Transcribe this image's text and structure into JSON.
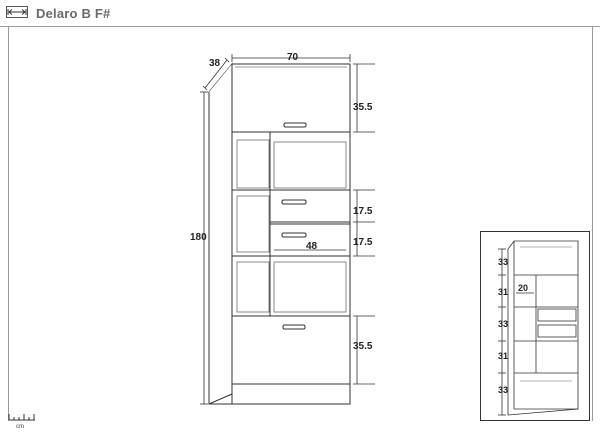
{
  "header": {
    "title": "Delaro B F#"
  },
  "ruler": {
    "unit": "cm"
  },
  "main_view": {
    "dimensions": {
      "width": "70",
      "depth": "38",
      "height": "180",
      "top_door": "35.5",
      "drawer_top": "17.5",
      "drawer_bottom": "17.5",
      "inner_width": "48",
      "bottom_door": "35.5"
    }
  },
  "inset_view": {
    "shelf_heights": [
      "33",
      "31",
      "33",
      "31",
      "33"
    ],
    "shelf_width": "20"
  }
}
